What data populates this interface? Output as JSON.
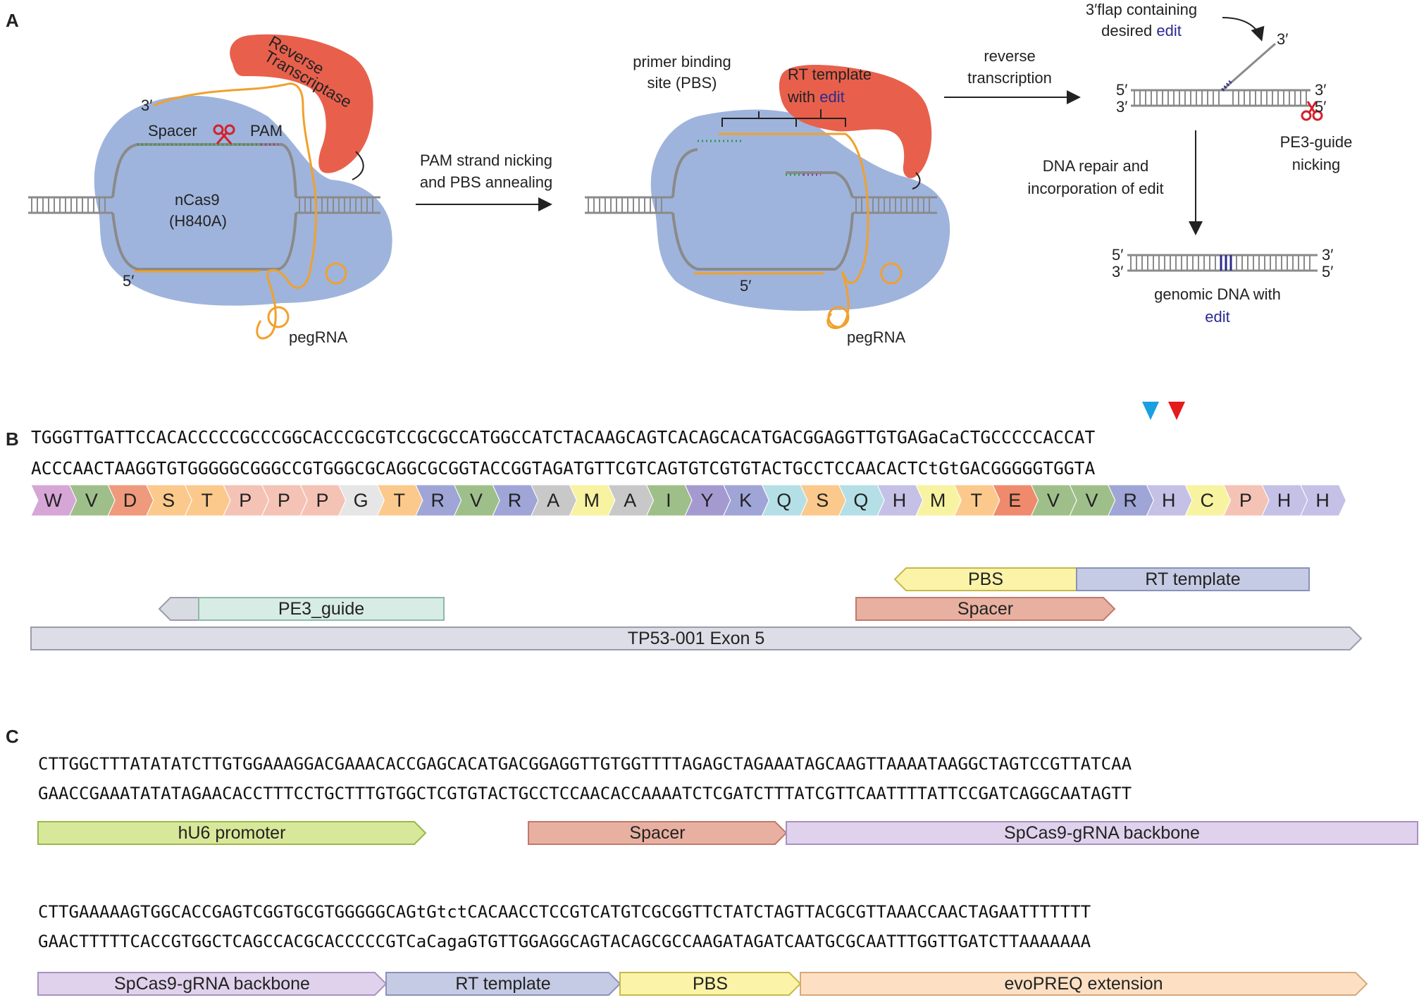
{
  "panels": {
    "a": "A",
    "b": "B",
    "c": "C"
  },
  "panel_a": {
    "reverse_transcriptase": [
      "Reverse",
      "Transcriptase"
    ],
    "three_prime": "3′",
    "five_prime": "5′",
    "spacer": "Spacer",
    "pam": "PAM",
    "ncas9": "nCas9",
    "h840a": "(H840A)",
    "pegrna": "pegRNA",
    "step1_line1": "PAM strand nicking",
    "step1_line2": "and PBS annealing",
    "pbs_line1": "primer binding",
    "pbs_line2": "site (PBS)",
    "rt_line1": "RT template",
    "rt_with": "with ",
    "rt_edit": "edit",
    "pegrna2": "pegRNA",
    "rev_line1": "reverse",
    "rev_line2": "transcription",
    "flap_line1": "3′flap containing",
    "flap_desired": "desired ",
    "flap_edit": "edit",
    "flap_3": "3′",
    "flap_5a": "5′",
    "flap_3a": "3′",
    "flap_3b": "3′",
    "flap_5b": "5′",
    "pe3_line1": "PE3-guide",
    "pe3_line2": "nicking",
    "repair_line1": "DNA repair and",
    "repair_line2": "incorporation of edit",
    "final_5a": "5′",
    "final_3a": "3′",
    "final_3b": "3′",
    "final_5b": "5′",
    "genomic_line1": "genomic DNA with",
    "genomic_edit": "edit"
  },
  "panel_b": {
    "seq_top": [
      "TGGGTTGATTCCACACCCCCGCCCGGCACCCGCGTCCGCGCCATGGCCATCTACAAGCAGTCACAGCACATGACGGAGGTTGTGAG",
      "a",
      "C",
      "a",
      "CTGCCCCCACCAT"
    ],
    "seq_bottom": [
      "ACCCAACTAAGGTGTGGGGGCGGGCCGTGGGCGCAGGCGCGGTACCGGTAGATGTTCGTCAGTGTCGTGTACTGCCTCCAACACTC",
      "t",
      "G",
      "t",
      "GACGGGGGTGGTA"
    ],
    "amino_acids": [
      "W",
      "V",
      "D",
      "S",
      "T",
      "P",
      "P",
      "P",
      "G",
      "T",
      "R",
      "V",
      "R",
      "A",
      "M",
      "A",
      "I",
      "Y",
      "K",
      "Q",
      "S",
      "Q",
      "H",
      "M",
      "T",
      "E",
      "V",
      "V",
      "R",
      "H",
      "C",
      "P",
      "H",
      "H"
    ],
    "aa_colors": [
      "#d6a6d6",
      "#9fbf8a",
      "#ef9a7c",
      "#fbc98c",
      "#fbc98c",
      "#f5c3b5",
      "#f5c3b5",
      "#f5c3b5",
      "#e6e6e6",
      "#fbc98c",
      "#9fa5d6",
      "#9fbf8a",
      "#9fa5d6",
      "#c8c8c8",
      "#f8f3a0",
      "#c8c8c8",
      "#9fbf8a",
      "#a59ad0",
      "#9fa5d6",
      "#b5dfe6",
      "#fbc98c",
      "#b5dfe6",
      "#c5c0e6",
      "#f8f3a0",
      "#fbc98c",
      "#ef8a6c",
      "#9fbf8a",
      "#9fbf8a",
      "#9fa5d6",
      "#c5c0e6",
      "#f8f3a0",
      "#f5c3b5",
      "#c5c0e6",
      "#c5c0e6"
    ],
    "features": [
      "PBS",
      "RT template",
      "PE3_guide",
      "Spacer",
      "TP53-001 Exon 5"
    ],
    "marker_colors": [
      "#1a9fe0",
      "#e41a1c"
    ]
  },
  "panel_c": {
    "row1_top": "CTTGGCTTTATATATCTTGTGGAAAGGACGAAACACCGAGCACATGACGGAGGTTGTGGTTTTAGAGCTAGAAATAGCAAGTTAAAATAAGGCTAGTCCGTTATCAA",
    "row1_bottom": "GAACCGAAATATATAGAACACCTTTCCTGCTTTGTGGCTCGTGTACTGCCTCCAACACCAAAATCTCGATCTTTATCGTTCAATTTTATTCCGATCAGGCAATAGTT",
    "row1_features": [
      "hU6 promoter",
      "Spacer",
      "SpCas9-gRNA backbone"
    ],
    "row2_top": "CTTGAAAAAGTGGCACCGAGTCGGTGCGTGGGGGCAGtGtctCACAACCTCCGTCATGTCGCGGTTCTATCTAGTTACGCGTTAAACCAACTAGAATTTTTTT",
    "row2_bottom": "GAACTTTTTCACCGTGGCTCAGCCACGCACCCCCGTCaCagaGTGTTGGAGGCAGTACAGCGCCAAGATAGATCAATGCGCAATTTGGTTGATCTTAAAAAAA",
    "row2_features": [
      "SpCas9-gRNA backbone",
      "RT template",
      "PBS",
      "evoPREQ extension"
    ]
  },
  "colors": {
    "cas9": "#9fb4dc",
    "rt": "#e8604c",
    "rna": "#f0a12c",
    "dna": "#8a8a8a",
    "spacer_green": "#2a9a4a",
    "pam_purple": "#8a3a9a",
    "edit_blue": "#2b2a8f",
    "scissor_red": "#d4202a"
  }
}
